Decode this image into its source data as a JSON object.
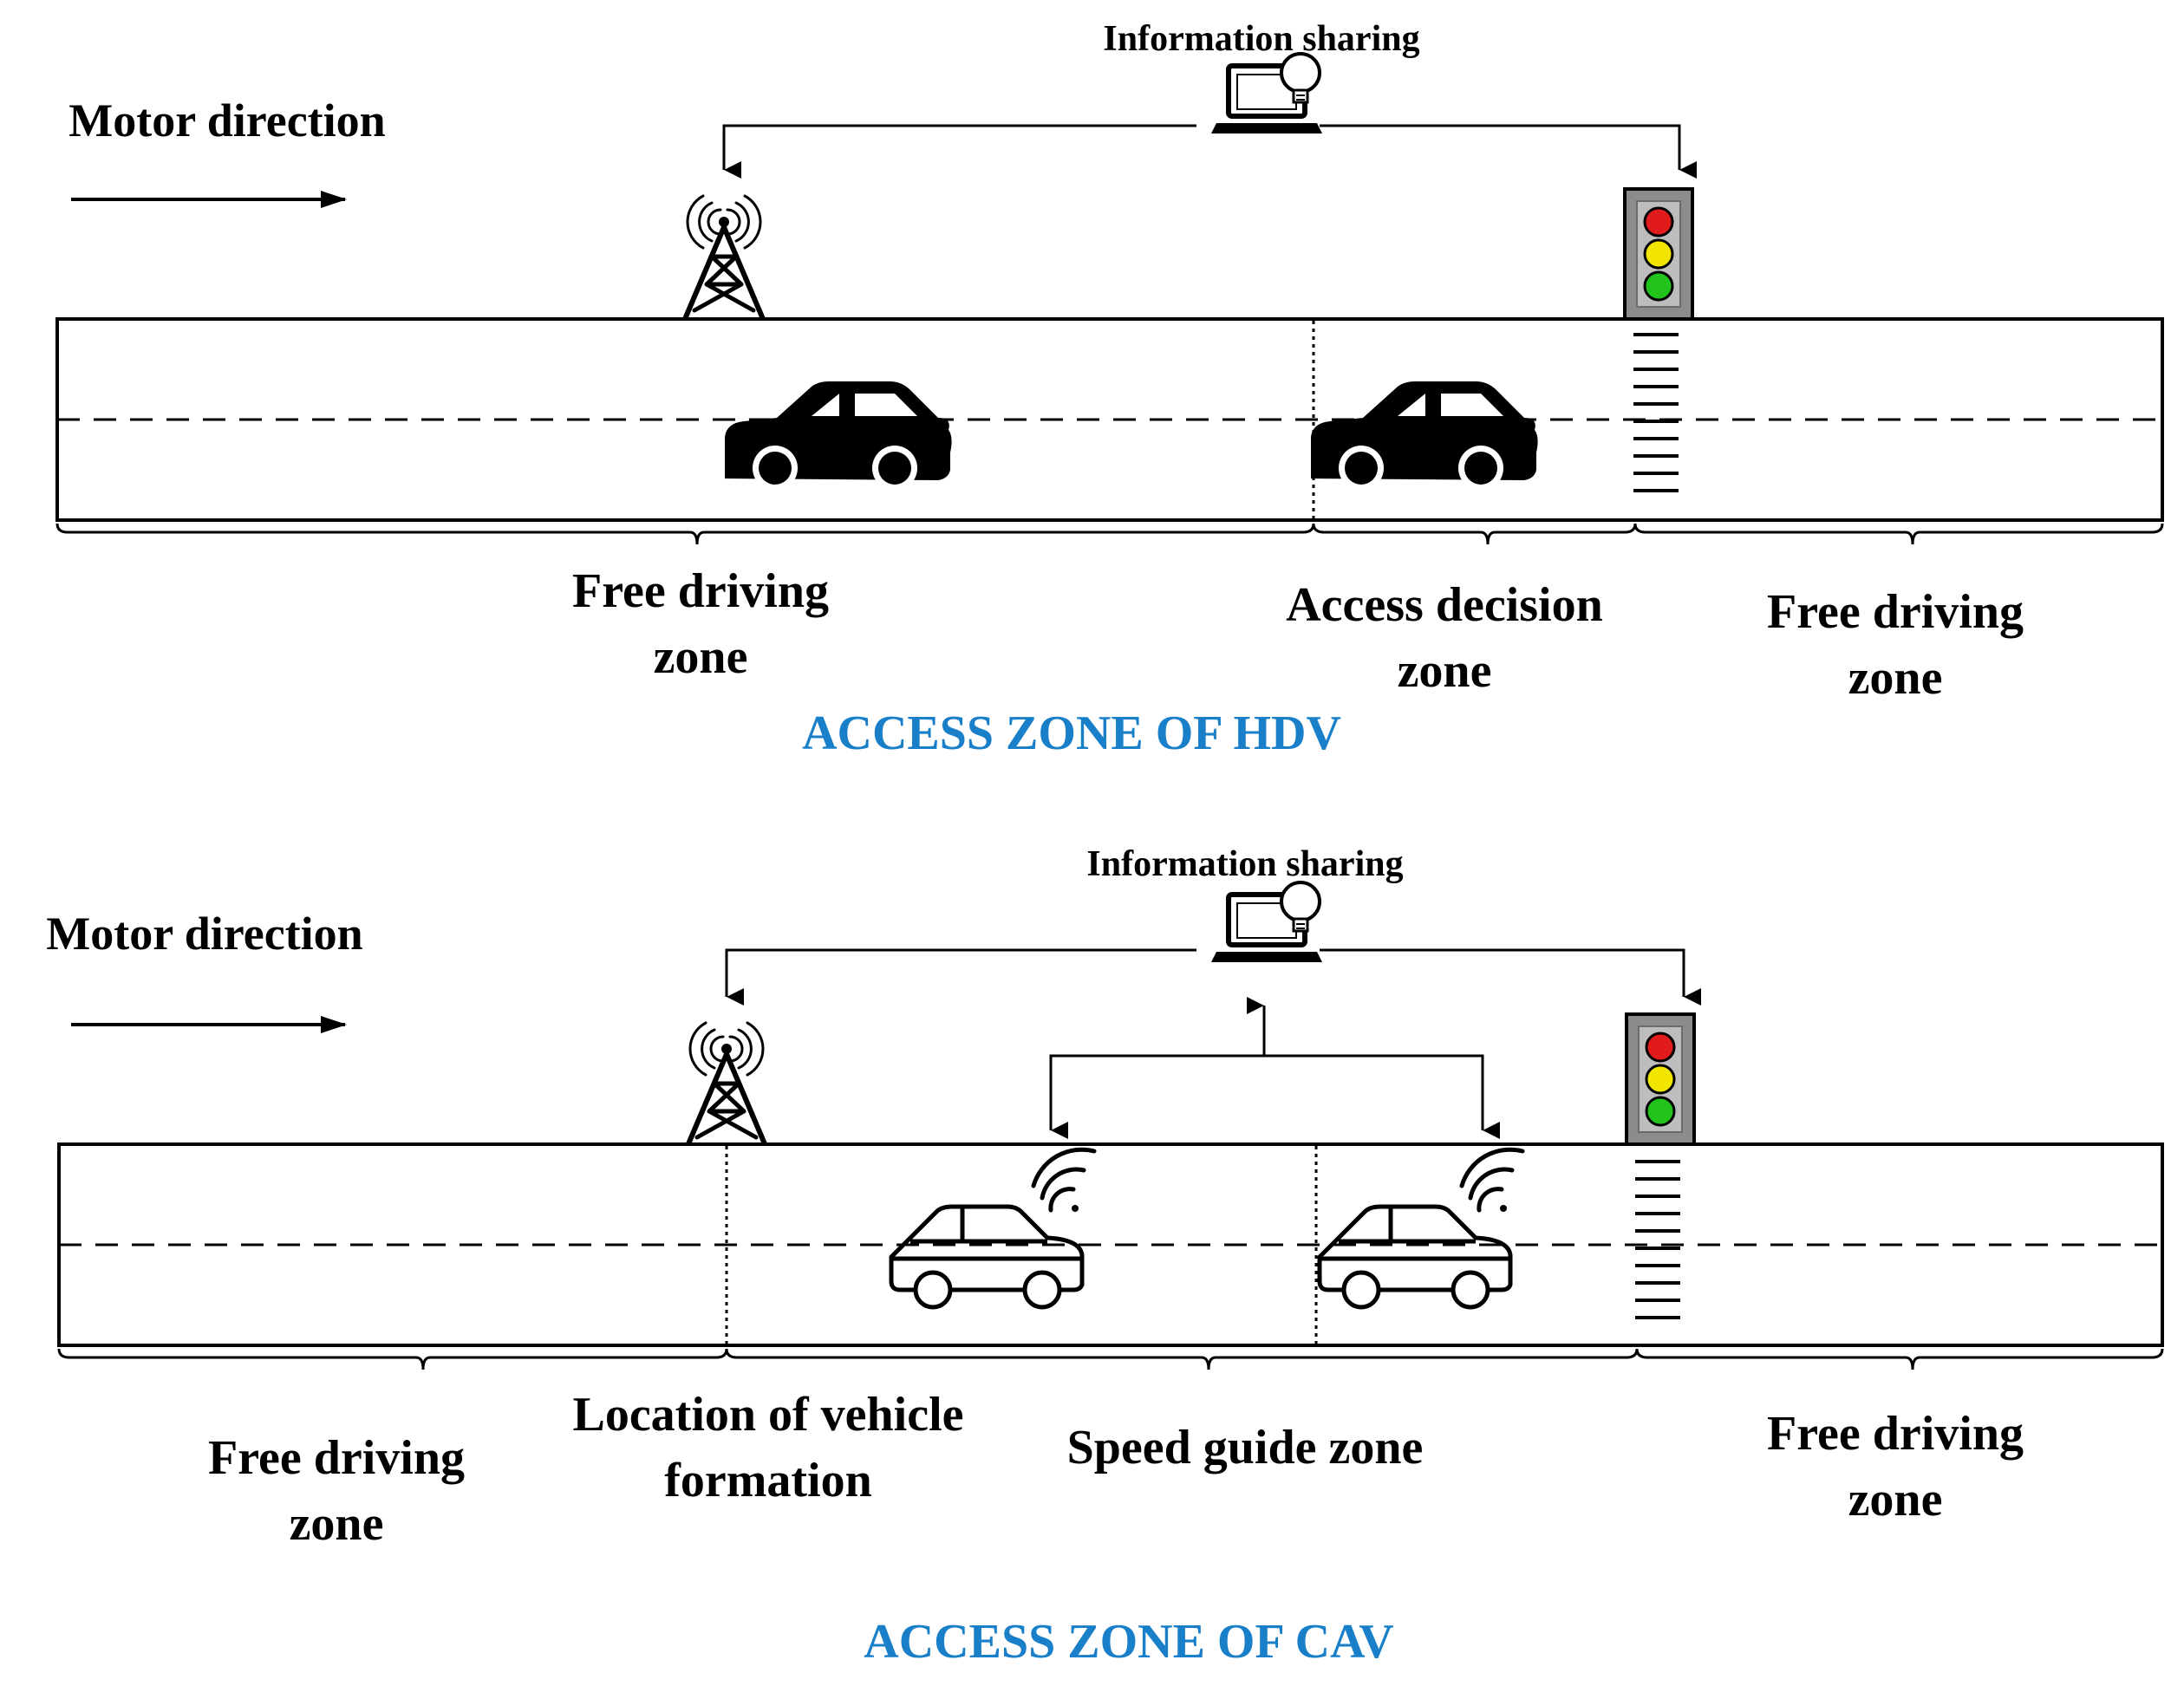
{
  "colors": {
    "title": "#1a7fc9",
    "signal_red": "#e11b1b",
    "signal_yellow": "#f2e600",
    "signal_green": "#22c41c",
    "signal_housing": "#8c8c8c"
  },
  "icons": [
    "laptop-lightbulb-icon",
    "cell-tower-icon",
    "traffic-light-icon",
    "car-icon",
    "connected-car-icon",
    "crosswalk"
  ],
  "hdv": {
    "motor_direction": "Motor direction",
    "info_sharing": "Information sharing",
    "zones": [
      {
        "line1": "Free driving",
        "line2": "zone"
      },
      {
        "line1": "Access decision",
        "line2": "zone"
      },
      {
        "line1": "Free driving",
        "line2": "zone"
      }
    ],
    "title": "ACCESS ZONE OF HDV"
  },
  "cav": {
    "motor_direction": "Motor direction",
    "info_sharing": "Information sharing",
    "zones": [
      {
        "line1": "Free driving",
        "line2": "zone"
      },
      {
        "line1": "Location of vehicle",
        "line2": "formation"
      },
      {
        "line1": "Speed guide zone",
        "line2": ""
      },
      {
        "line1": "Free driving",
        "line2": "zone"
      }
    ],
    "title": "ACCESS ZONE OF CAV"
  }
}
